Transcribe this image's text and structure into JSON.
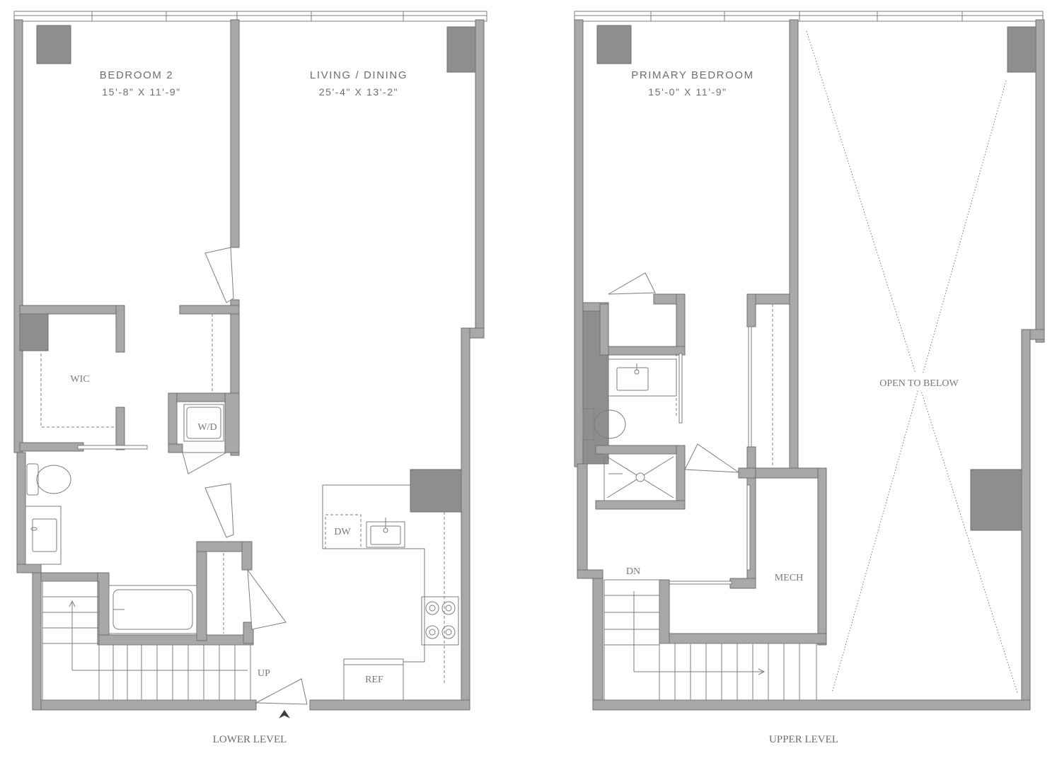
{
  "lower_level": {
    "label": "LOWER LEVEL",
    "bedroom2": {
      "name": "BEDROOM 2",
      "dims": "15'-8\" X 11'-9\""
    },
    "living": {
      "name": "LIVING / DINING",
      "dims": "25'-4\" X 13'-2\""
    },
    "labels": {
      "wic": "WIC",
      "wd": "W/D",
      "dw": "DW",
      "ref": "REF",
      "up": "UP"
    }
  },
  "upper_level": {
    "label": "UPPER LEVEL",
    "primary": {
      "name": "PRIMARY BEDROOM",
      "dims": "15'-0\" X 11'-9\""
    },
    "labels": {
      "open": "OPEN TO BELOW",
      "mech": "MECH",
      "dn": "DN"
    }
  },
  "colors": {
    "wall": "#a7a8aa",
    "pillar": "#8d8e90",
    "line": "#7d7d7d",
    "text": "#6e6e6e"
  }
}
